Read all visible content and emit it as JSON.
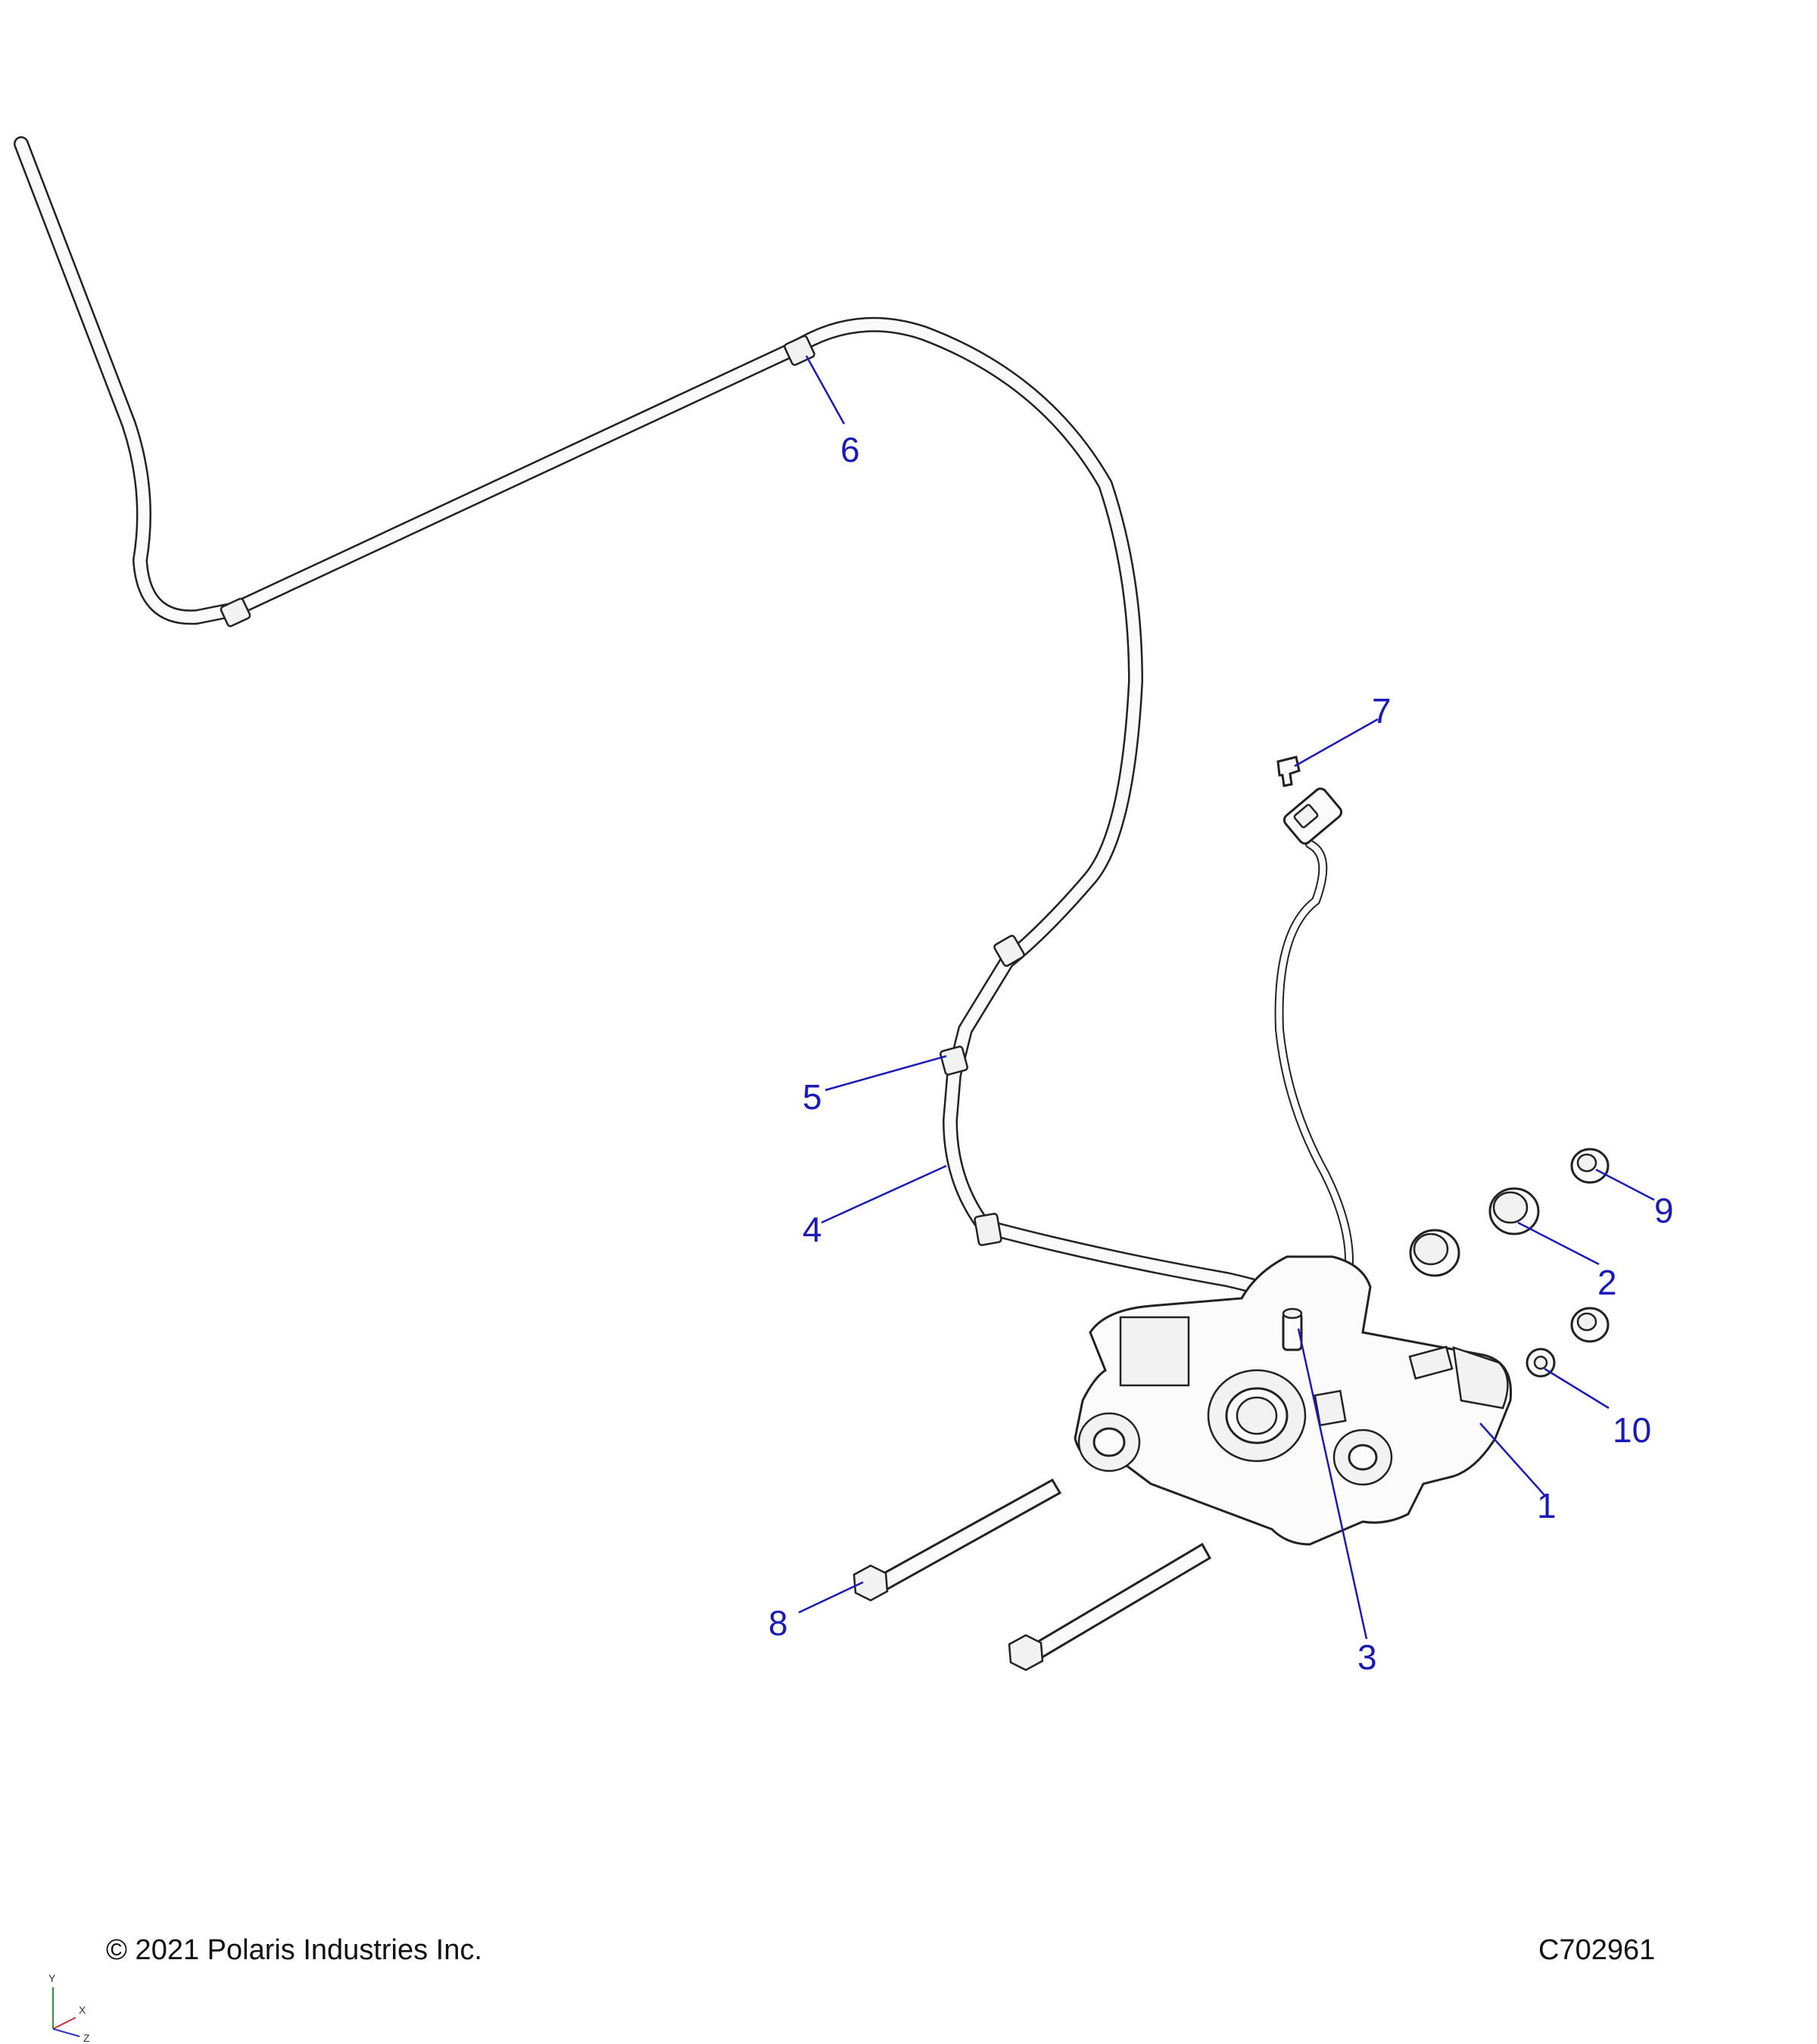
{
  "footer": {
    "copyright": "© 2021 Polaris Industries Inc.",
    "drawing_id": "C702961"
  },
  "callouts": [
    "1",
    "2",
    "3",
    "4",
    "5",
    "6",
    "7",
    "8",
    "9",
    "10"
  ],
  "axis_triad": {
    "y": "Y",
    "x": "X",
    "z": "Z"
  },
  "colors": {
    "callout": "#1a1ab8",
    "line": "#222222"
  }
}
